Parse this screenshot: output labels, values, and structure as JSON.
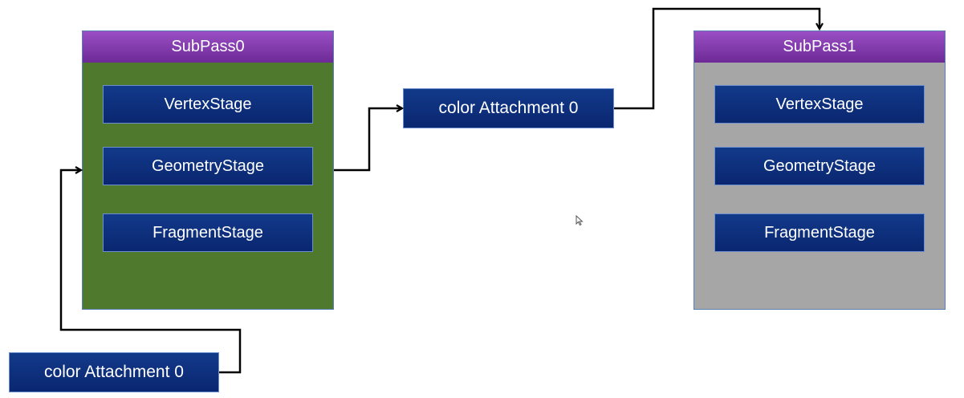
{
  "subpasses": [
    {
      "title": "SubPass0",
      "stages": [
        "VertexStage",
        "GeometryStage",
        "FragmentStage"
      ],
      "body_color": "#4f7a2e"
    },
    {
      "title": "SubPass1",
      "stages": [
        "VertexStage",
        "GeometryStage",
        "FragmentStage"
      ],
      "body_color": "#a6a6a6"
    }
  ],
  "attachments": {
    "input": "color Attachment 0",
    "output": "color Attachment 0"
  },
  "colors": {
    "header": "#7a35a8",
    "stage_fill": "#0f2f7d",
    "connector": "#000000"
  }
}
